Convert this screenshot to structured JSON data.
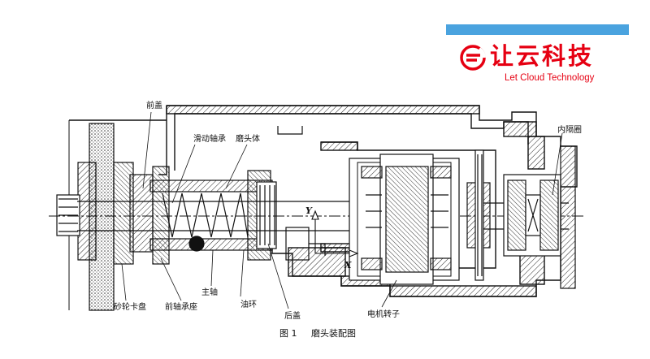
{
  "brand": {
    "name_cn": "让云科技",
    "name_en": "Let Cloud Technology",
    "accent_color": "#e60012",
    "bar_color": "#4aa3df",
    "icon": "let-cloud-logo-icon"
  },
  "diagram": {
    "labels": {
      "front_cover": "前盖",
      "sliding_bearing": "滑动轴承",
      "head_body": "磨头体",
      "inner_spacer": "内隔圈",
      "wheel_chuck": "砂轮卡盘",
      "front_bearing_seat": "前轴承座",
      "main_shaft": "主轴",
      "oil_ring": "油环",
      "rear_cover": "后盖",
      "motor_rotor": "电机转子",
      "axis_y": "Y",
      "axis_x": "X"
    },
    "caption": {
      "figure_no": "图 1",
      "title": "磨头装配图"
    }
  }
}
